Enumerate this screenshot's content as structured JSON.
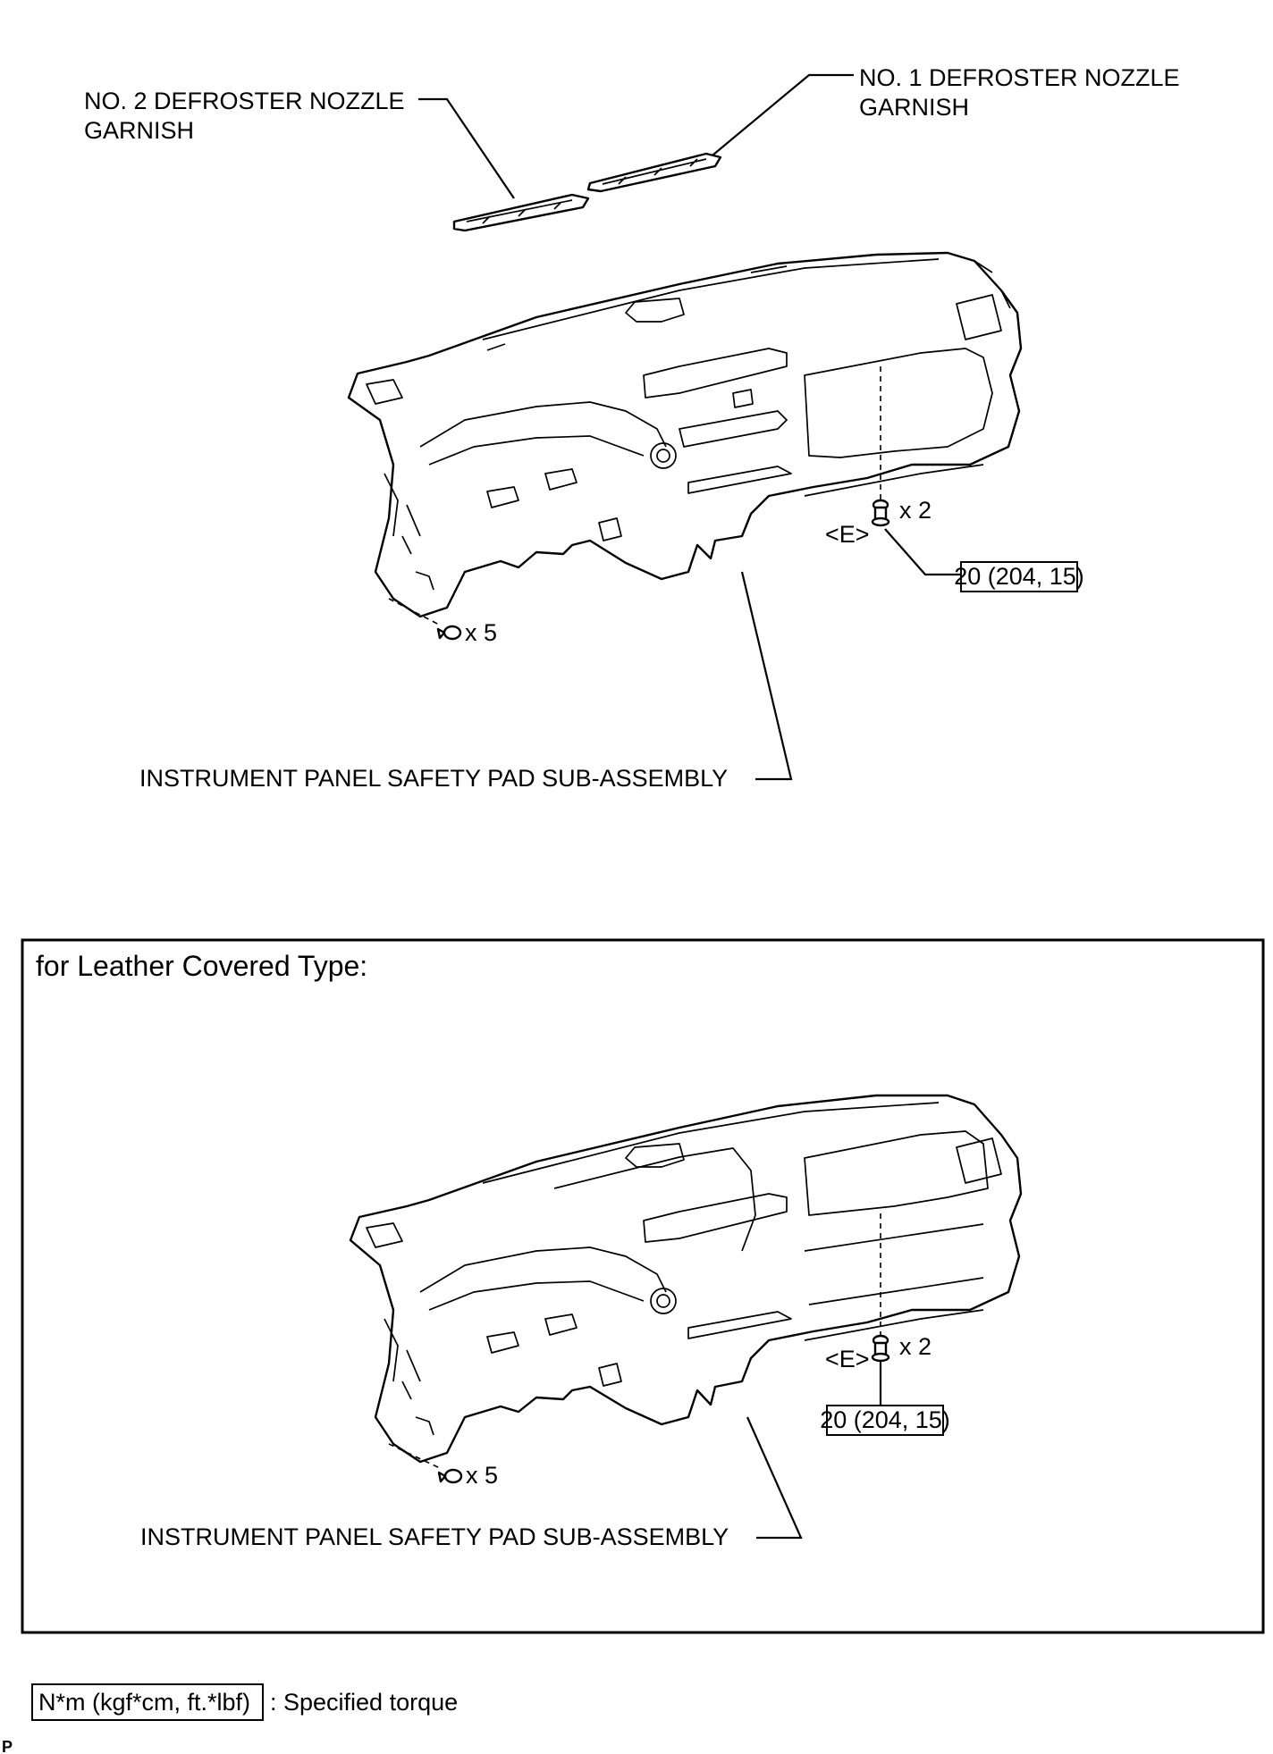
{
  "labels": {
    "garnish2_l1": "NO. 2 DEFROSTER NOZZLE",
    "garnish2_l2": "GARNISH",
    "garnish1_l1": "NO. 1 DEFROSTER NOZZLE",
    "garnish1_l2": "GARNISH",
    "x2": "x 2",
    "E": "<E>",
    "torque": "20 (204, 15)",
    "x5": "x 5",
    "subassembly": "INSTRUMENT PANEL SAFETY PAD SUB-ASSEMBLY"
  },
  "leather": {
    "title": "for Leather Covered Type:",
    "x2": "x 2",
    "E": "<E>",
    "torque": "20 (204, 15)",
    "x5": "x 5",
    "subassembly": "INSTRUMENT PANEL SAFETY PAD SUB-ASSEMBLY"
  },
  "legend": {
    "unit": "N*m (kgf*cm, ft.*lbf)",
    "text": ": Specified torque"
  },
  "corner_mark": "P"
}
